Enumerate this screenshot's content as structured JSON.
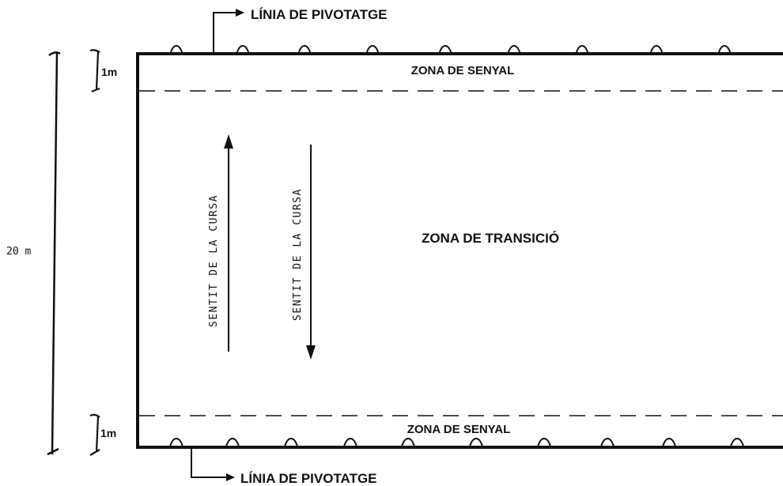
{
  "labels": {
    "pivot_line_top": "LÍNIA DE PIVOTATGE",
    "pivot_line_bottom": "LÍNIA DE PIVOTATGE",
    "signal_zone_top": "ZONA DE SENYAL",
    "signal_zone_bottom": "ZONA DE SENYAL",
    "transition_zone": "ZONA DE TRANSICIÓ",
    "run_direction_up": "SENTIT DE LA CURSA",
    "run_direction_down": "SENTIT DE LA CURSA",
    "total_width": "20 m",
    "top_zone_width": "1m",
    "bottom_zone_width": "1m"
  },
  "colors": {
    "ink": "#111111",
    "paper": "#ffffff"
  }
}
